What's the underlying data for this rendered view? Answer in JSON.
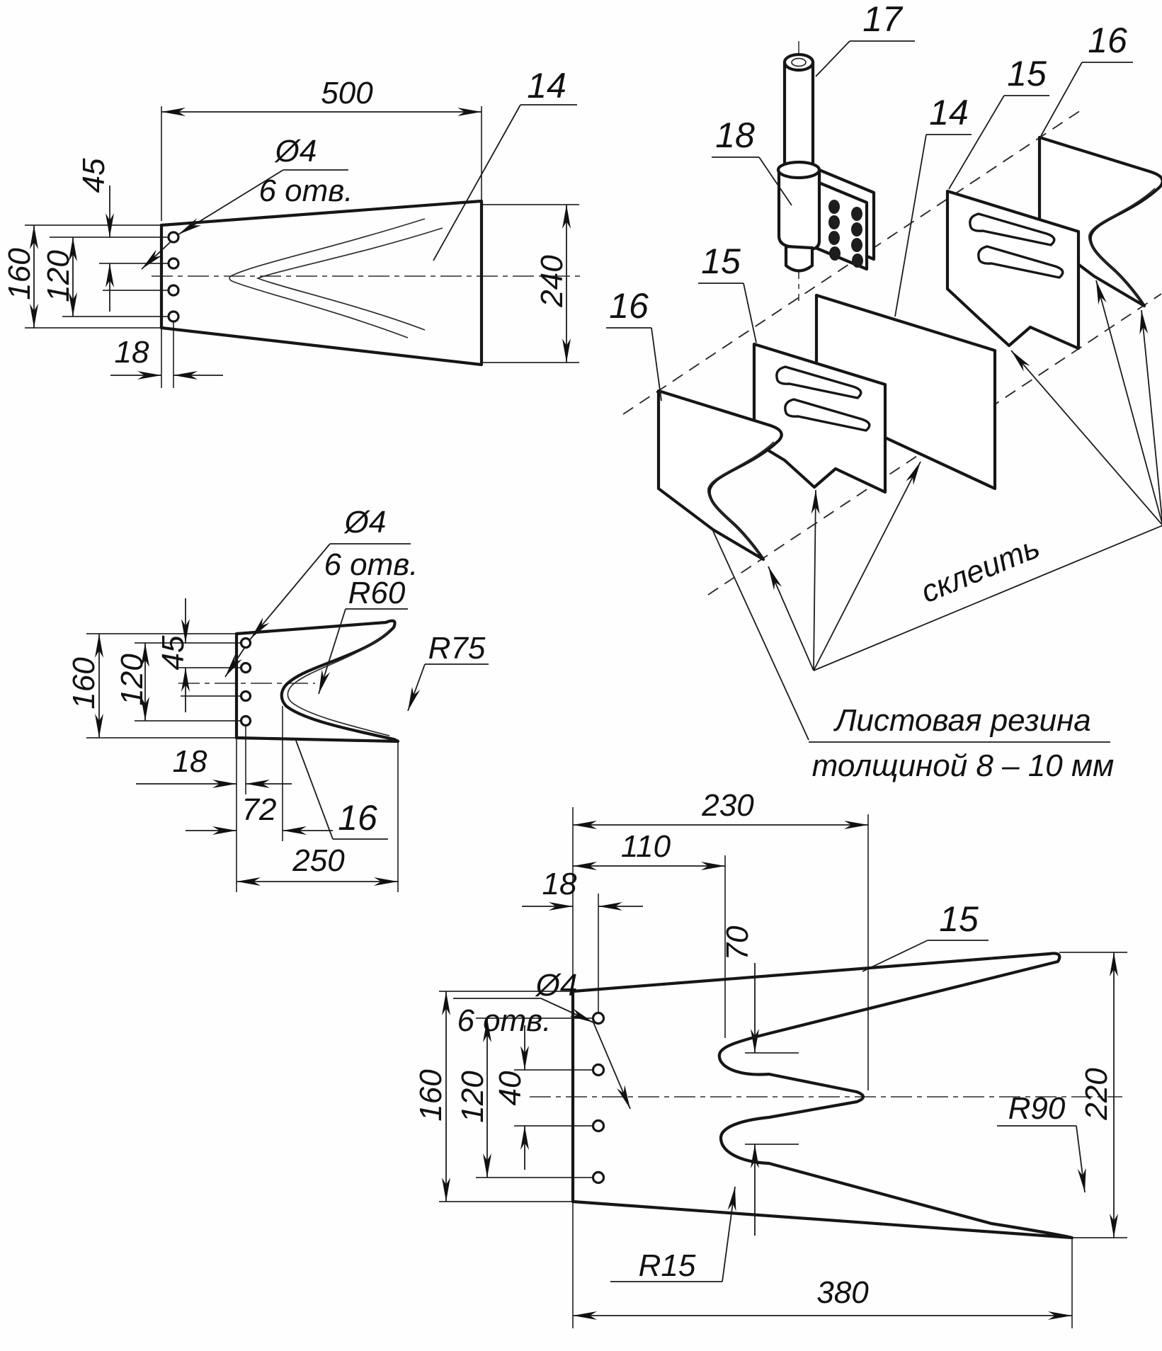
{
  "part14": {
    "label": "14",
    "len": "500",
    "hole_dia": "Ø4",
    "hole_count": "6 отв.",
    "off45": "45",
    "h160": "160",
    "h120": "120",
    "off18": "18",
    "h240": "240"
  },
  "part16": {
    "label": "16",
    "hole_dia": "Ø4",
    "hole_count": "6 отв.",
    "r60": "R60",
    "r75": "R75",
    "h160": "160",
    "h120": "120",
    "off45": "45",
    "off18": "18",
    "w72": "72",
    "w250": "250"
  },
  "part15": {
    "label": "15",
    "w230": "230",
    "w110": "110",
    "off18": "18",
    "hole_dia": "Ø4",
    "hole_count": "6 отв.",
    "gap70": "70",
    "h160": "160",
    "h120": "120",
    "gap40": "40",
    "h220": "220",
    "r90": "R90",
    "r15": "R15",
    "w380": "380"
  },
  "assembly": {
    "tube_label": "17",
    "clamp_label": "18",
    "mid_plate_label": "14",
    "blade_right_label": "15",
    "outer_right_label": "16",
    "blade_left_label": "15",
    "outer_left_label": "16",
    "glue_note": "склеить",
    "material_note_line1": "Листовая резина",
    "material_note_line2": "толщиной 8 – 10 мм"
  }
}
